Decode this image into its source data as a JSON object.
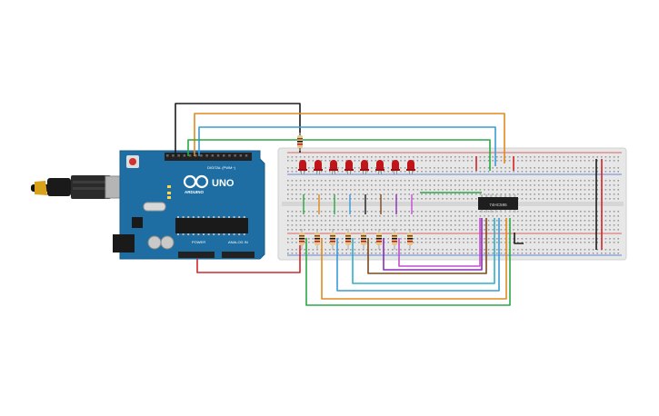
{
  "arduino": {
    "brand": "ARDUINO",
    "model": "UNO",
    "digital_header_label": "DIGITAL (PWM~)",
    "power_label": "POWER",
    "analog_label": "ANALOG IN",
    "board_color": "#1f6ea3"
  },
  "chip": {
    "label": "74HC595"
  },
  "leds": {
    "count": 8,
    "color": "#c0161a"
  },
  "wires": {
    "colors": [
      "#1c1c1c",
      "#e08a1e",
      "#3a9bd6",
      "#2aa845",
      "#d0282a",
      "#8b2fb5",
      "#c44fd1",
      "#7a4a1c",
      "#2bb0c8"
    ]
  }
}
